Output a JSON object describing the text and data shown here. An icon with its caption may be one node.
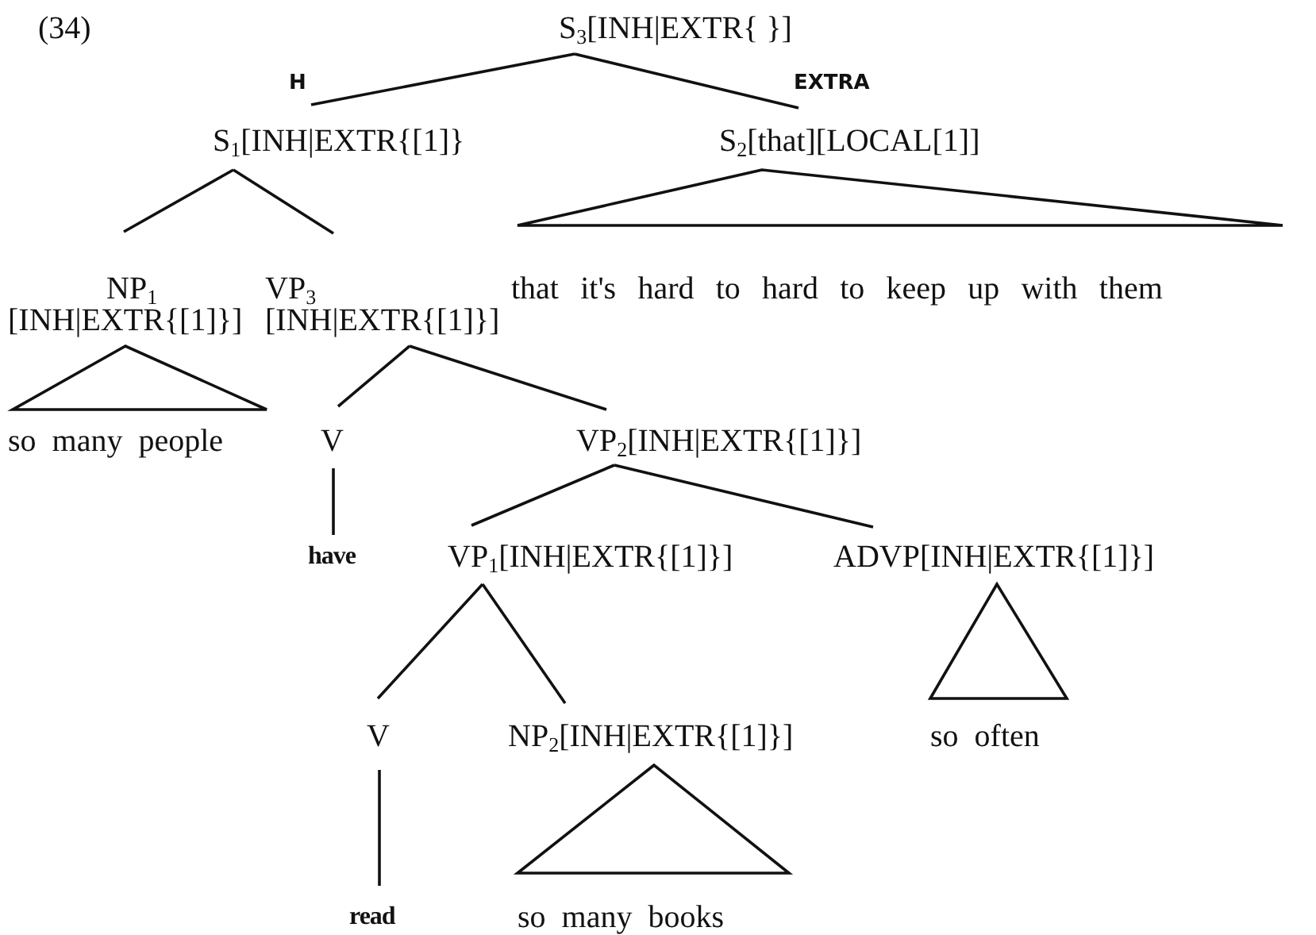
{
  "diagram": {
    "nodes": [
      {
        "text": [
          "S$_{3}$[INH|EXTR{ }]"
        ]
      },
      {
        "text": [
          "S$_{1}$[INH|EXTR{[1]}"
        ]
      },
      {
        "text": [
          "S$_{2}$[that][LOCAL[1]]"
        ]
      },
      {
        "text": [
          "that it's hard to hard to keep up with them"
        ]
      },
      {
        "text": [
          "NP$_{1}$",
          "[INH|EXTR{[1]}]"
        ]
      },
      {
        "text": [
          "VP$_{3}$",
          "[INH|EXTR{[1]}]"
        ]
      },
      {
        "text": [
          "so many people"
        ]
      },
      {
        "text": [
          "V"
        ]
      },
      {
        "text": [
          "VP$_{2}$[INH|EXTR{[1]}]"
        ]
      },
      {
        "text": [
          "have"
        ]
      },
      {
        "text": [
          "VP$_{1}$[INH|EXTR{[1]}]"
        ]
      },
      {
        "text": [
          "ADVP[INH|EXTR{[1]}]"
        ]
      },
      {
        "text": [
          "V"
        ]
      },
      {
        "text": [
          "NP$_{2}$[INH|EXTR{[1]}]"
        ]
      },
      {
        "text": [
          "so often"
        ]
      },
      {
        "text": [
          "read"
        ]
      },
      {
        "text": [
          "so many books"
        ]
      }
    ],
    "edges": [
      {
        "from": 0,
        "to": 1,
        "arrow": "none",
        "label": "H"
      },
      {
        "from": 0,
        "to": 2,
        "arrow": "none",
        "label": "EXTRA"
      },
      {
        "from": 2,
        "to": 3,
        "arrow": "none"
      },
      {
        "from": 1,
        "to": 4,
        "arrow": "none"
      },
      {
        "from": 1,
        "to": 5,
        "arrow": "none"
      },
      {
        "from": 4,
        "to": 6,
        "arrow": "none"
      },
      {
        "from": 5,
        "to": 7,
        "arrow": "none"
      },
      {
        "from": 5,
        "to": 8,
        "arrow": "none"
      },
      {
        "from": 7,
        "to": 9,
        "arrow": "none"
      },
      {
        "from": 8,
        "to": 10,
        "arrow": "none"
      },
      {
        "from": 8,
        "to": 11,
        "arrow": "none"
      },
      {
        "from": 10,
        "to": 12,
        "arrow": "none"
      },
      {
        "from": 10,
        "to": 13,
        "arrow": "none"
      },
      {
        "from": 11,
        "to": 14,
        "arrow": "none"
      },
      {
        "from": 12,
        "to": 15,
        "arrow": "none"
      },
      {
        "from": 13,
        "to": 16,
        "arrow": "none"
      }
    ],
    "labels": [
      "(34)"
    ]
  }
}
